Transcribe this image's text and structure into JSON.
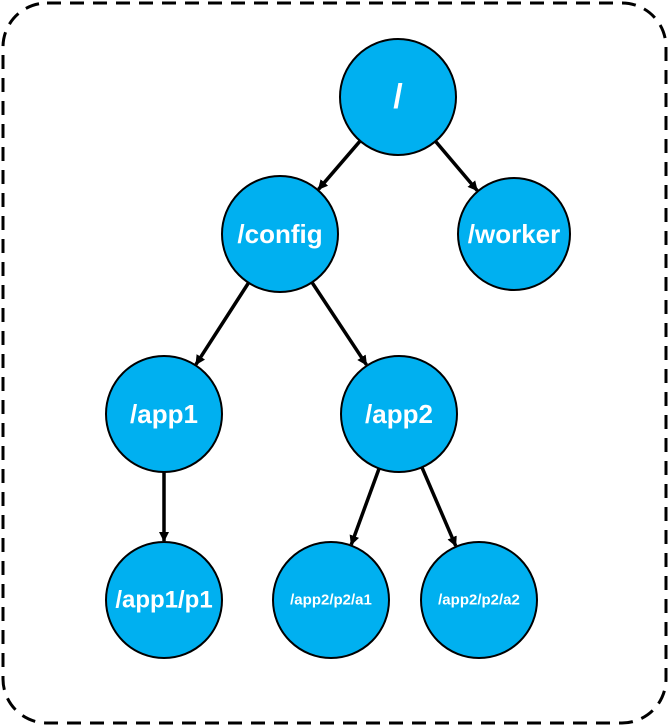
{
  "colors": {
    "node_fill": "#00b0f0",
    "node_stroke": "#000000",
    "edge": "#000000",
    "frame": "#000000",
    "label": "#ffffff"
  },
  "nodes": [
    {
      "id": "root",
      "label": "/"
    },
    {
      "id": "config",
      "label": "/config"
    },
    {
      "id": "worker",
      "label": "/worker"
    },
    {
      "id": "app1",
      "label": "/app1"
    },
    {
      "id": "app2",
      "label": "/app2"
    },
    {
      "id": "app1-p1",
      "label": "/app1/p1"
    },
    {
      "id": "app2-p2-a1",
      "label": "/app2/p2/a1"
    },
    {
      "id": "app2-p2-a2",
      "label": "/app2/p2/a2"
    }
  ],
  "edges": [
    {
      "from": "root",
      "to": "config"
    },
    {
      "from": "root",
      "to": "worker"
    },
    {
      "from": "config",
      "to": "app1"
    },
    {
      "from": "config",
      "to": "app2"
    },
    {
      "from": "app1",
      "to": "app1-p1"
    },
    {
      "from": "app2",
      "to": "app2-p2-a1"
    },
    {
      "from": "app2",
      "to": "app2-p2-a2"
    }
  ]
}
